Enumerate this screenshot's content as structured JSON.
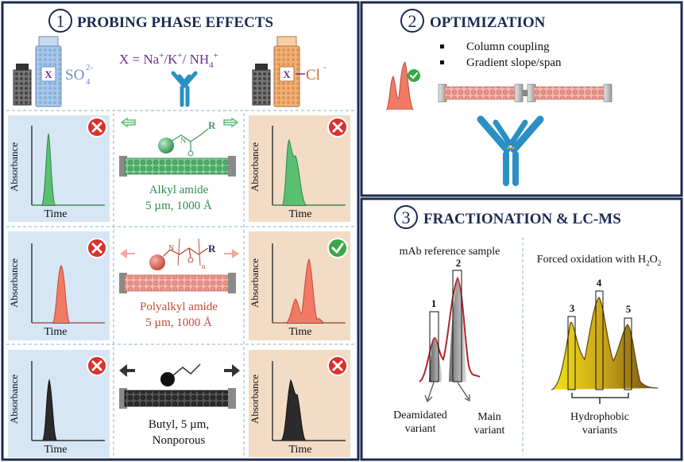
{
  "panel1": {
    "number": "1",
    "title": "PROBING PHASE EFFECTS",
    "salt_left": {
      "x_label": "X",
      "ion": "SO",
      "ion_sub": "4",
      "ion_sup": "2-"
    },
    "salt_right": {
      "x_label": "X",
      "ion": "Cl",
      "ion_sup": "-"
    },
    "cation_formula": {
      "prefix": "X = Na",
      "plus1": "+",
      "mid1": "/K",
      "plus2": "+",
      "mid2": "/ NH",
      "sub": "4",
      "plus3": "+"
    },
    "axis_y_label": "Absorbance",
    "axis_x_label": "Time",
    "rows": [
      {
        "column_line1": "Alkyl amide",
        "column_line2": "5 µm, 1000 Å",
        "left_status": "x",
        "right_status": "x"
      },
      {
        "column_line1": "Polyalkyl amide",
        "column_line2": "5 µm, 1000 Å",
        "left_status": "x",
        "right_status": "check",
        "n_label": "N",
        "n_sub": "n",
        "r_label": "R"
      },
      {
        "column_line1": "Butyl, 5 µm,",
        "column_line2": "Nonporous",
        "left_status": "x",
        "right_status": "x"
      }
    ],
    "row1_r_label": "R",
    "row1_n_label": "N"
  },
  "panel2": {
    "number": "2",
    "title": "OPTIMIZATION",
    "bullets": [
      "Column coupling",
      "Gradient slope/span"
    ]
  },
  "panel3": {
    "number": "3",
    "title": "FRACTIONATION & LC-MS",
    "left_title": "mAb reference sample",
    "right_title_prefix": "Forced oxidation with H",
    "right_title_sub": "2",
    "right_title_o": "O",
    "right_title_sub2": "2",
    "peak_labels": [
      "1",
      "2",
      "3",
      "4",
      "5"
    ],
    "deamidated": [
      "Deamidated",
      "variant"
    ],
    "main": [
      "Main",
      "variant"
    ],
    "hydrophobic": [
      "Hydrophobic",
      "variants"
    ]
  },
  "colors": {
    "navy": "#1c2a52",
    "blue_bg": "#d7e6f4",
    "tan_bg": "#f2dcc6",
    "green": "#5bbf72",
    "salmon": "#f07a63",
    "dark": "#2b2b2b",
    "red_badge": "#d9322e",
    "green_badge": "#39a845",
    "purple": "#6b2f93",
    "antibody": "#2a8fc4"
  }
}
